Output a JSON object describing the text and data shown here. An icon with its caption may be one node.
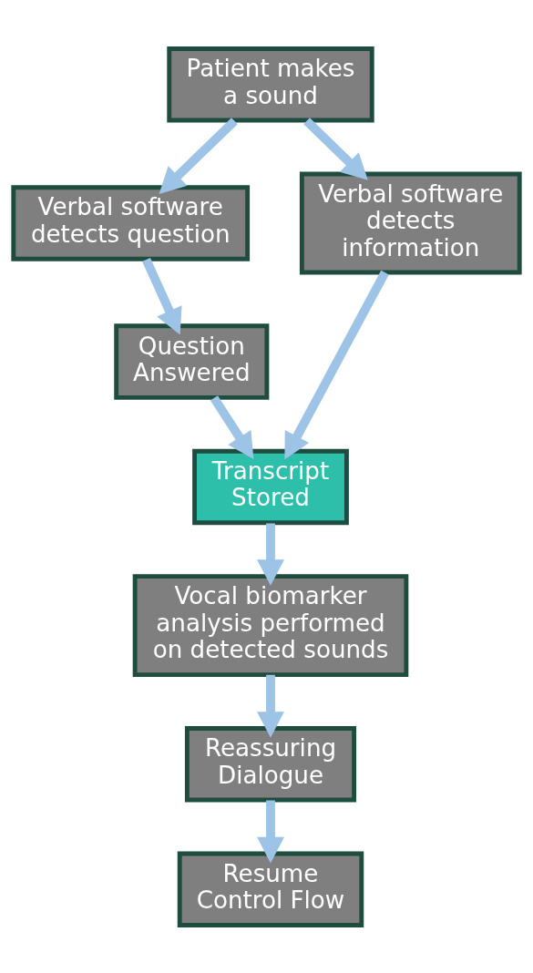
{
  "diagram": {
    "nodes": [
      {
        "text": [
          "Patient makes a sound"
        ]
      },
      {
        "text": [
          "Verbal software detects question"
        ]
      },
      {
        "text": [
          "Verbal software detects information"
        ]
      },
      {
        "text": [
          "Question Answered"
        ]
      },
      {
        "text": [
          "Transcript Stored"
        ]
      },
      {
        "text": [
          "Vocal biomarker analysis performed on detected sounds"
        ]
      },
      {
        "text": [
          "Reassuring Dialogue"
        ]
      },
      {
        "text": [
          "Resume Control Flow"
        ]
      }
    ],
    "edges": [
      {
        "from": 0,
        "to": 1,
        "arrow": "to"
      },
      {
        "from": 0,
        "to": 2,
        "arrow": "to"
      },
      {
        "from": 1,
        "to": 3,
        "arrow": "to"
      },
      {
        "from": 3,
        "to": 4,
        "arrow": "to"
      },
      {
        "from": 2,
        "to": 4,
        "arrow": "to"
      },
      {
        "from": 4,
        "to": 5,
        "arrow": "to"
      },
      {
        "from": 5,
        "to": 6,
        "arrow": "to"
      },
      {
        "from": 6,
        "to": 7,
        "arrow": "to"
      }
    ]
  }
}
